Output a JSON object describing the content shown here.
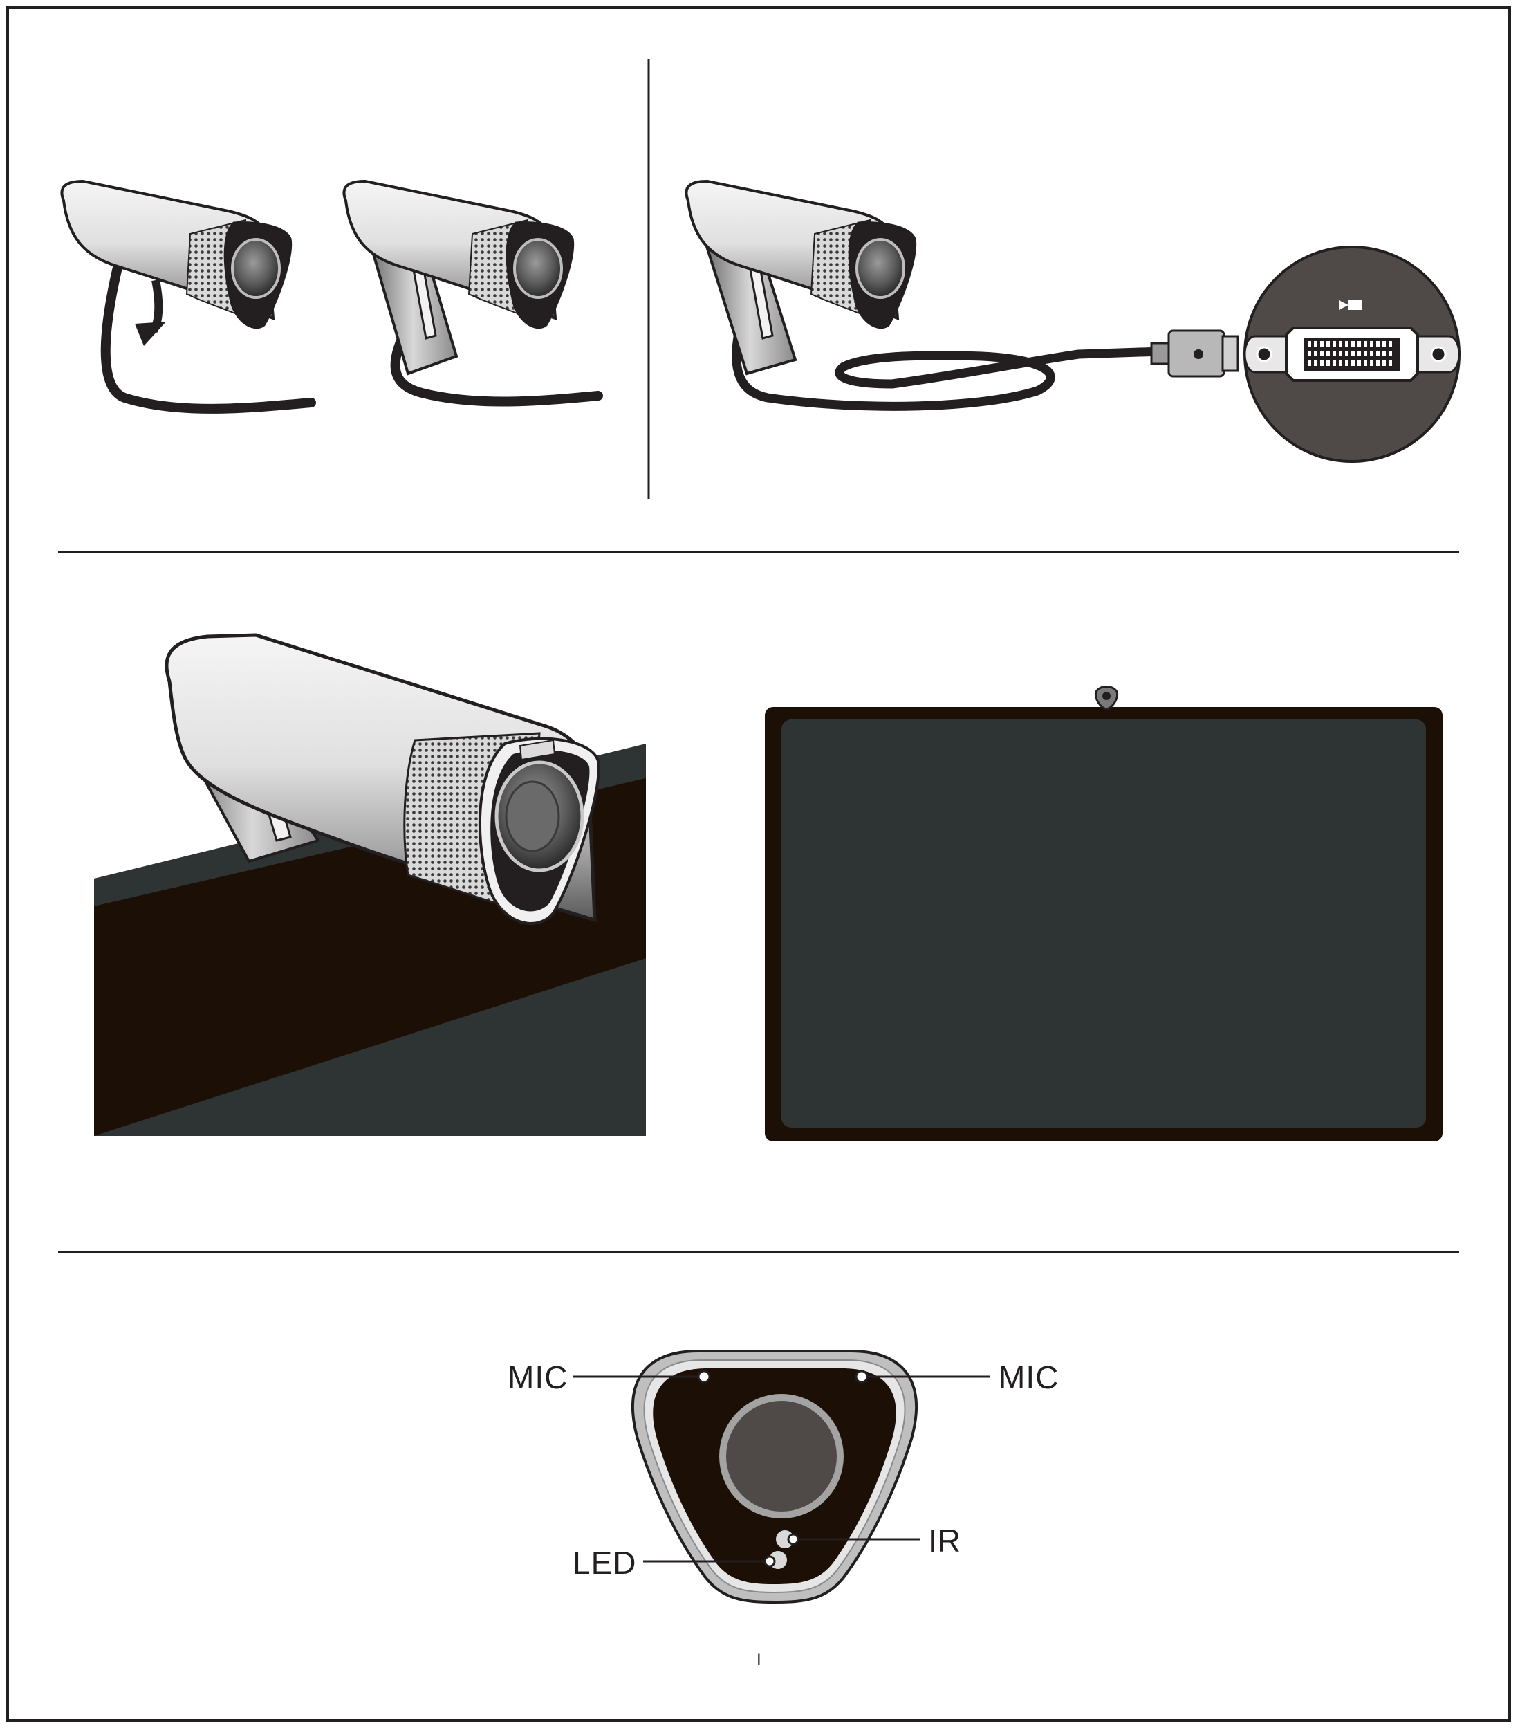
{
  "labels": {
    "mic_left": "MIC",
    "mic_right": "MIC",
    "ir": "IR",
    "led": "LED"
  },
  "page_number": "I",
  "colors": {
    "ink": "#231f20",
    "monitor_screen": "#2e3333",
    "dark_body": "#1c0f05",
    "silver": "#c9c9c9"
  },
  "icons": {
    "camera_port": "camera-icon"
  }
}
